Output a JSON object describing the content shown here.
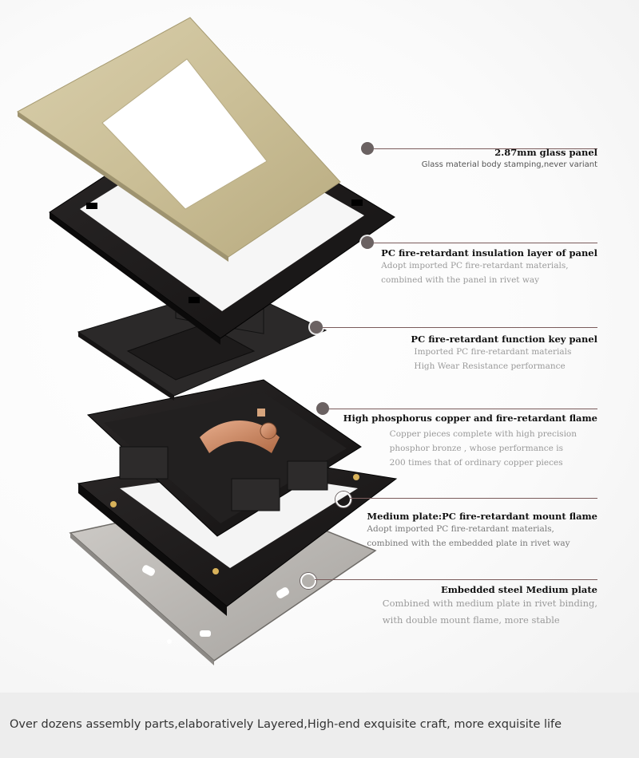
{
  "callouts": [
    {
      "title": "2.87mm glass panel",
      "lines": [
        "Glass  material body stamping,never variant"
      ]
    },
    {
      "title": "PC fire-retardant insulation layer of panel",
      "lines": [
        "Adopt imported PC fire-retardant materials,",
        "combined with the panel in rivet way"
      ]
    },
    {
      "title": "PC fire-retardant  function key panel",
      "lines": [
        "Imported PC fire-retardant materials",
        "High Wear Resistance performance"
      ]
    },
    {
      "title": "High phosphorus copper and fire-retardant flame",
      "lines": [
        "Copper pieces complete with high precision",
        "phosphor bronze , whose performance is",
        "200 times that of ordinary copper pieces"
      ]
    },
    {
      "title": "Medium plate:PC fire-retardant mount flame",
      "lines": [
        "Adopt imported PC fire-retardant materials,",
        "combined with the embedded plate in rivet way"
      ]
    },
    {
      "title": "Embedded steel Medium plate",
      "lines": [
        "Combined with medium plate in rivet binding,",
        "with  double mount flame, more stable"
      ]
    }
  ],
  "footer": {
    "tagline": "Over dozens assembly parts,elaboratively Layered,High-end exquisite craft,  more exquisite life"
  },
  "colors": {
    "glass_gold": "#cfc49e",
    "frame_black": "#1c1a1a",
    "steel_plate": "#b9b6b2",
    "copper": "#c98560",
    "callout_line": "#7a5b5b"
  }
}
